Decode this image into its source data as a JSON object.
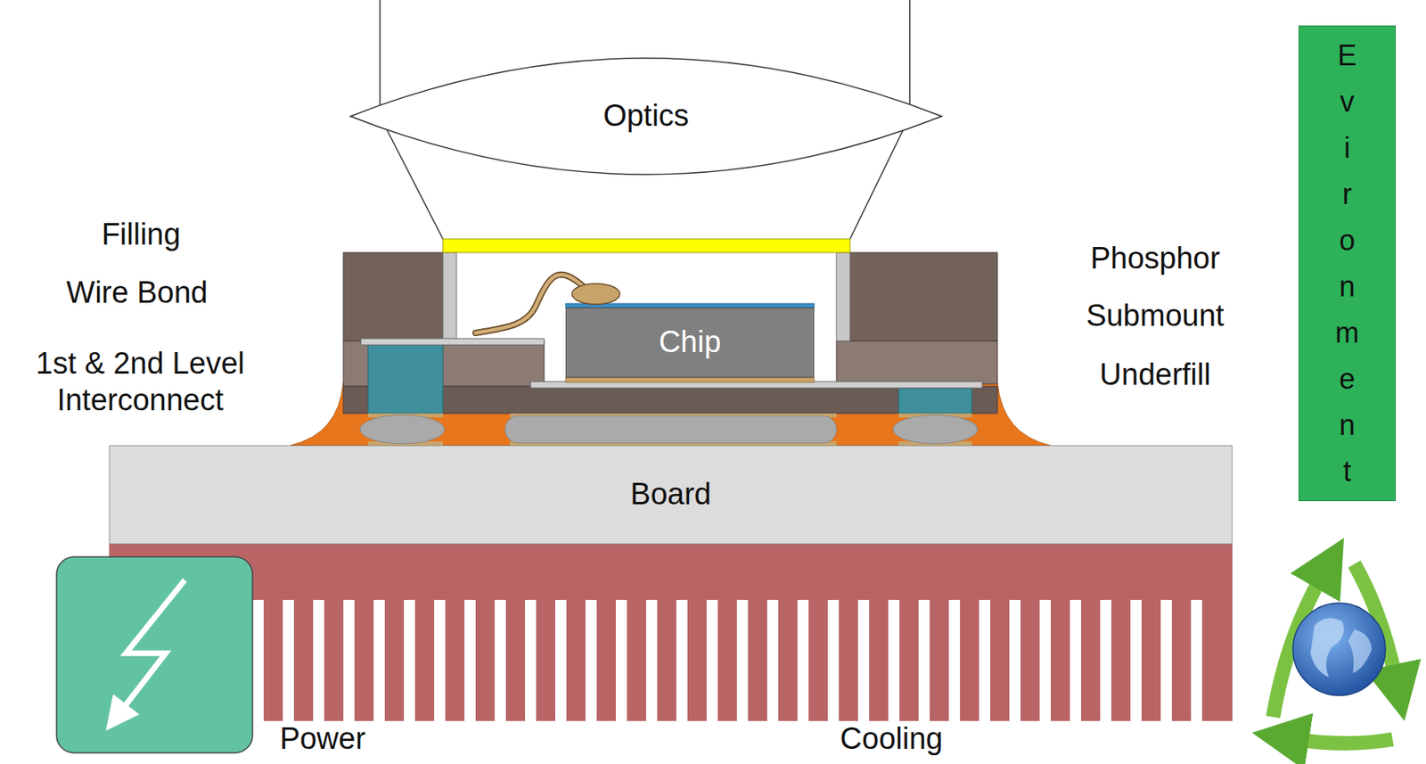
{
  "diagram": {
    "nodes": [
      {
        "text": [
          "Optics"
        ]
      },
      {
        "text": [
          "Evironment"
        ]
      },
      {
        "text": [
          "Chip"
        ]
      },
      {
        "text": [
          "Board"
        ]
      }
    ],
    "labels": [
      "Filling",
      "Wire Bond",
      "1st & 2nd Level Interconnect",
      "Phosphor",
      "Submount",
      "Underfill",
      "Power",
      "Cooling"
    ]
  }
}
